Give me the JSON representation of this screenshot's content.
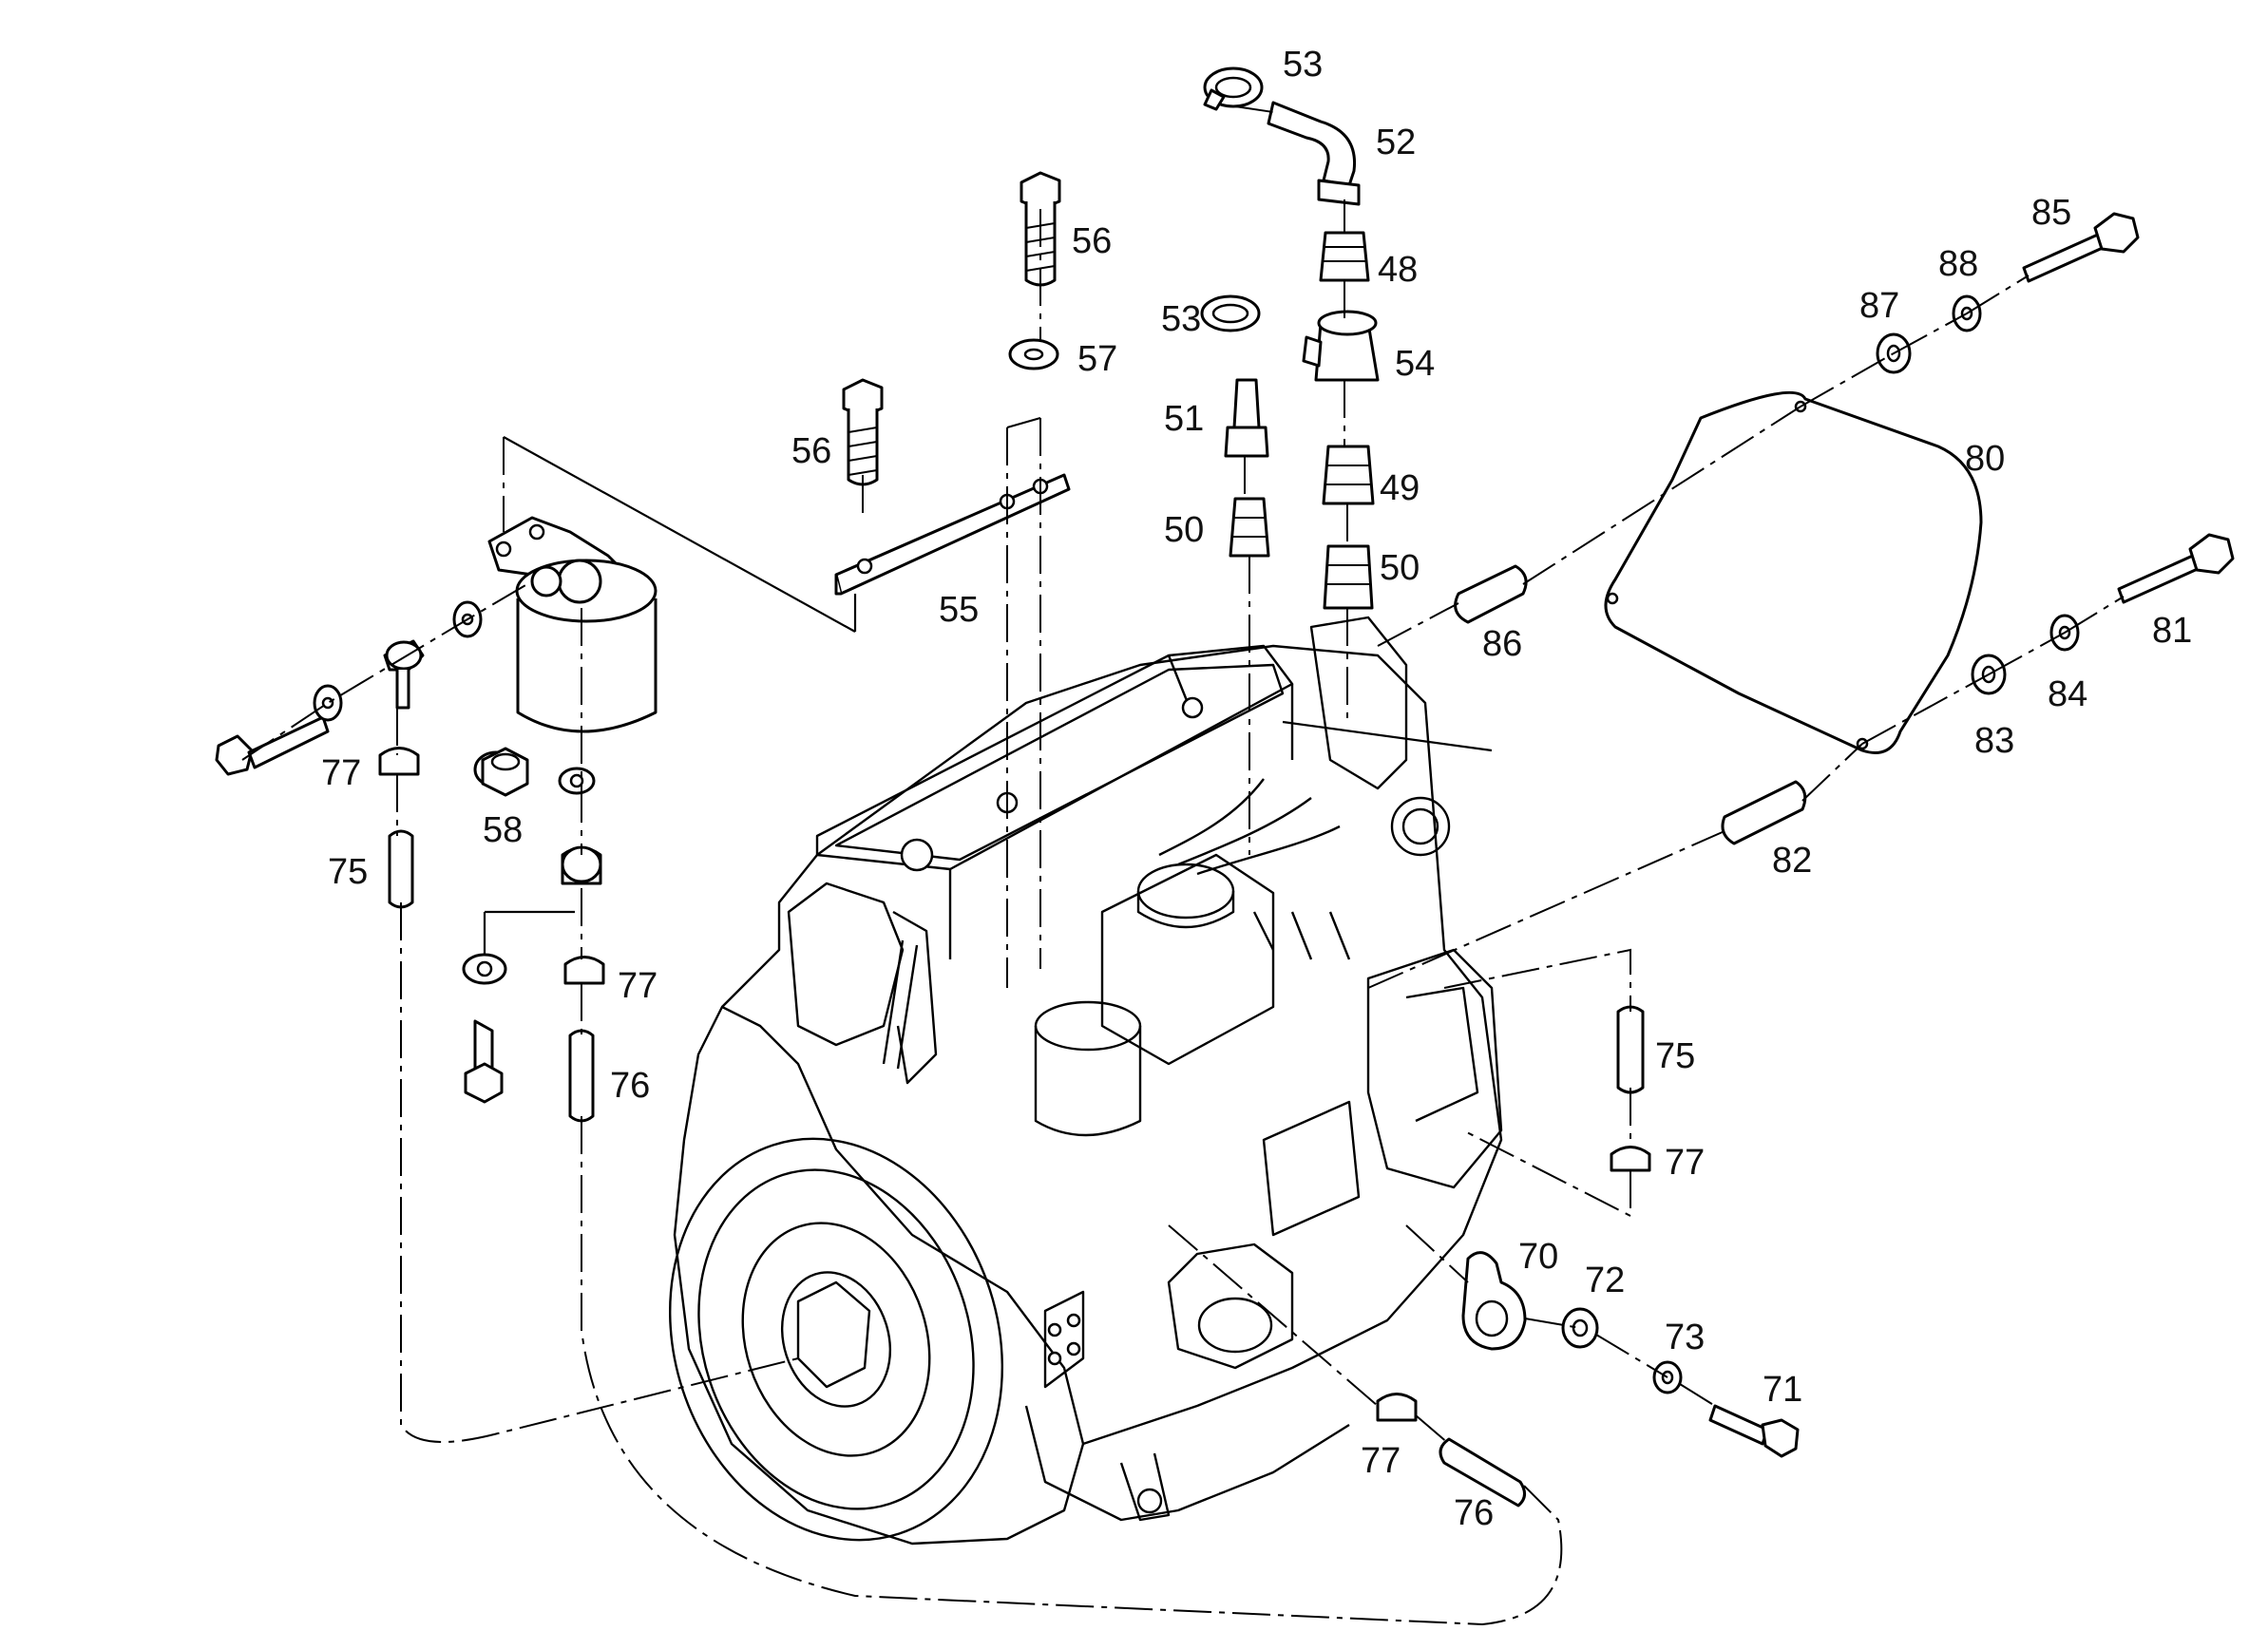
{
  "diagram": {
    "callouts": [
      {
        "id": "c53a",
        "label": "53"
      },
      {
        "id": "c52",
        "label": "52"
      },
      {
        "id": "c56a",
        "label": "56"
      },
      {
        "id": "c48",
        "label": "48"
      },
      {
        "id": "c85",
        "label": "85"
      },
      {
        "id": "c88",
        "label": "88"
      },
      {
        "id": "c87",
        "label": "87"
      },
      {
        "id": "c53b",
        "label": "53"
      },
      {
        "id": "c57",
        "label": "57"
      },
      {
        "id": "c54",
        "label": "54"
      },
      {
        "id": "c51",
        "label": "51"
      },
      {
        "id": "c56b",
        "label": "56"
      },
      {
        "id": "c80",
        "label": "80"
      },
      {
        "id": "c49",
        "label": "49"
      },
      {
        "id": "c50a",
        "label": "50"
      },
      {
        "id": "c50b",
        "label": "50"
      },
      {
        "id": "c55",
        "label": "55"
      },
      {
        "id": "c86",
        "label": "86"
      },
      {
        "id": "c81",
        "label": "81"
      },
      {
        "id": "c84",
        "label": "84"
      },
      {
        "id": "c83",
        "label": "83"
      },
      {
        "id": "c77a",
        "label": "77"
      },
      {
        "id": "c58",
        "label": "58"
      },
      {
        "id": "c82",
        "label": "82"
      },
      {
        "id": "c75a",
        "label": "75"
      },
      {
        "id": "c77b",
        "label": "77"
      },
      {
        "id": "c76a",
        "label": "76"
      },
      {
        "id": "c75b",
        "label": "75"
      },
      {
        "id": "c77c",
        "label": "77"
      },
      {
        "id": "c70",
        "label": "70"
      },
      {
        "id": "c72",
        "label": "72"
      },
      {
        "id": "c73",
        "label": "73"
      },
      {
        "id": "c71",
        "label": "71"
      },
      {
        "id": "c77d",
        "label": "77"
      },
      {
        "id": "c76b",
        "label": "76"
      }
    ]
  }
}
